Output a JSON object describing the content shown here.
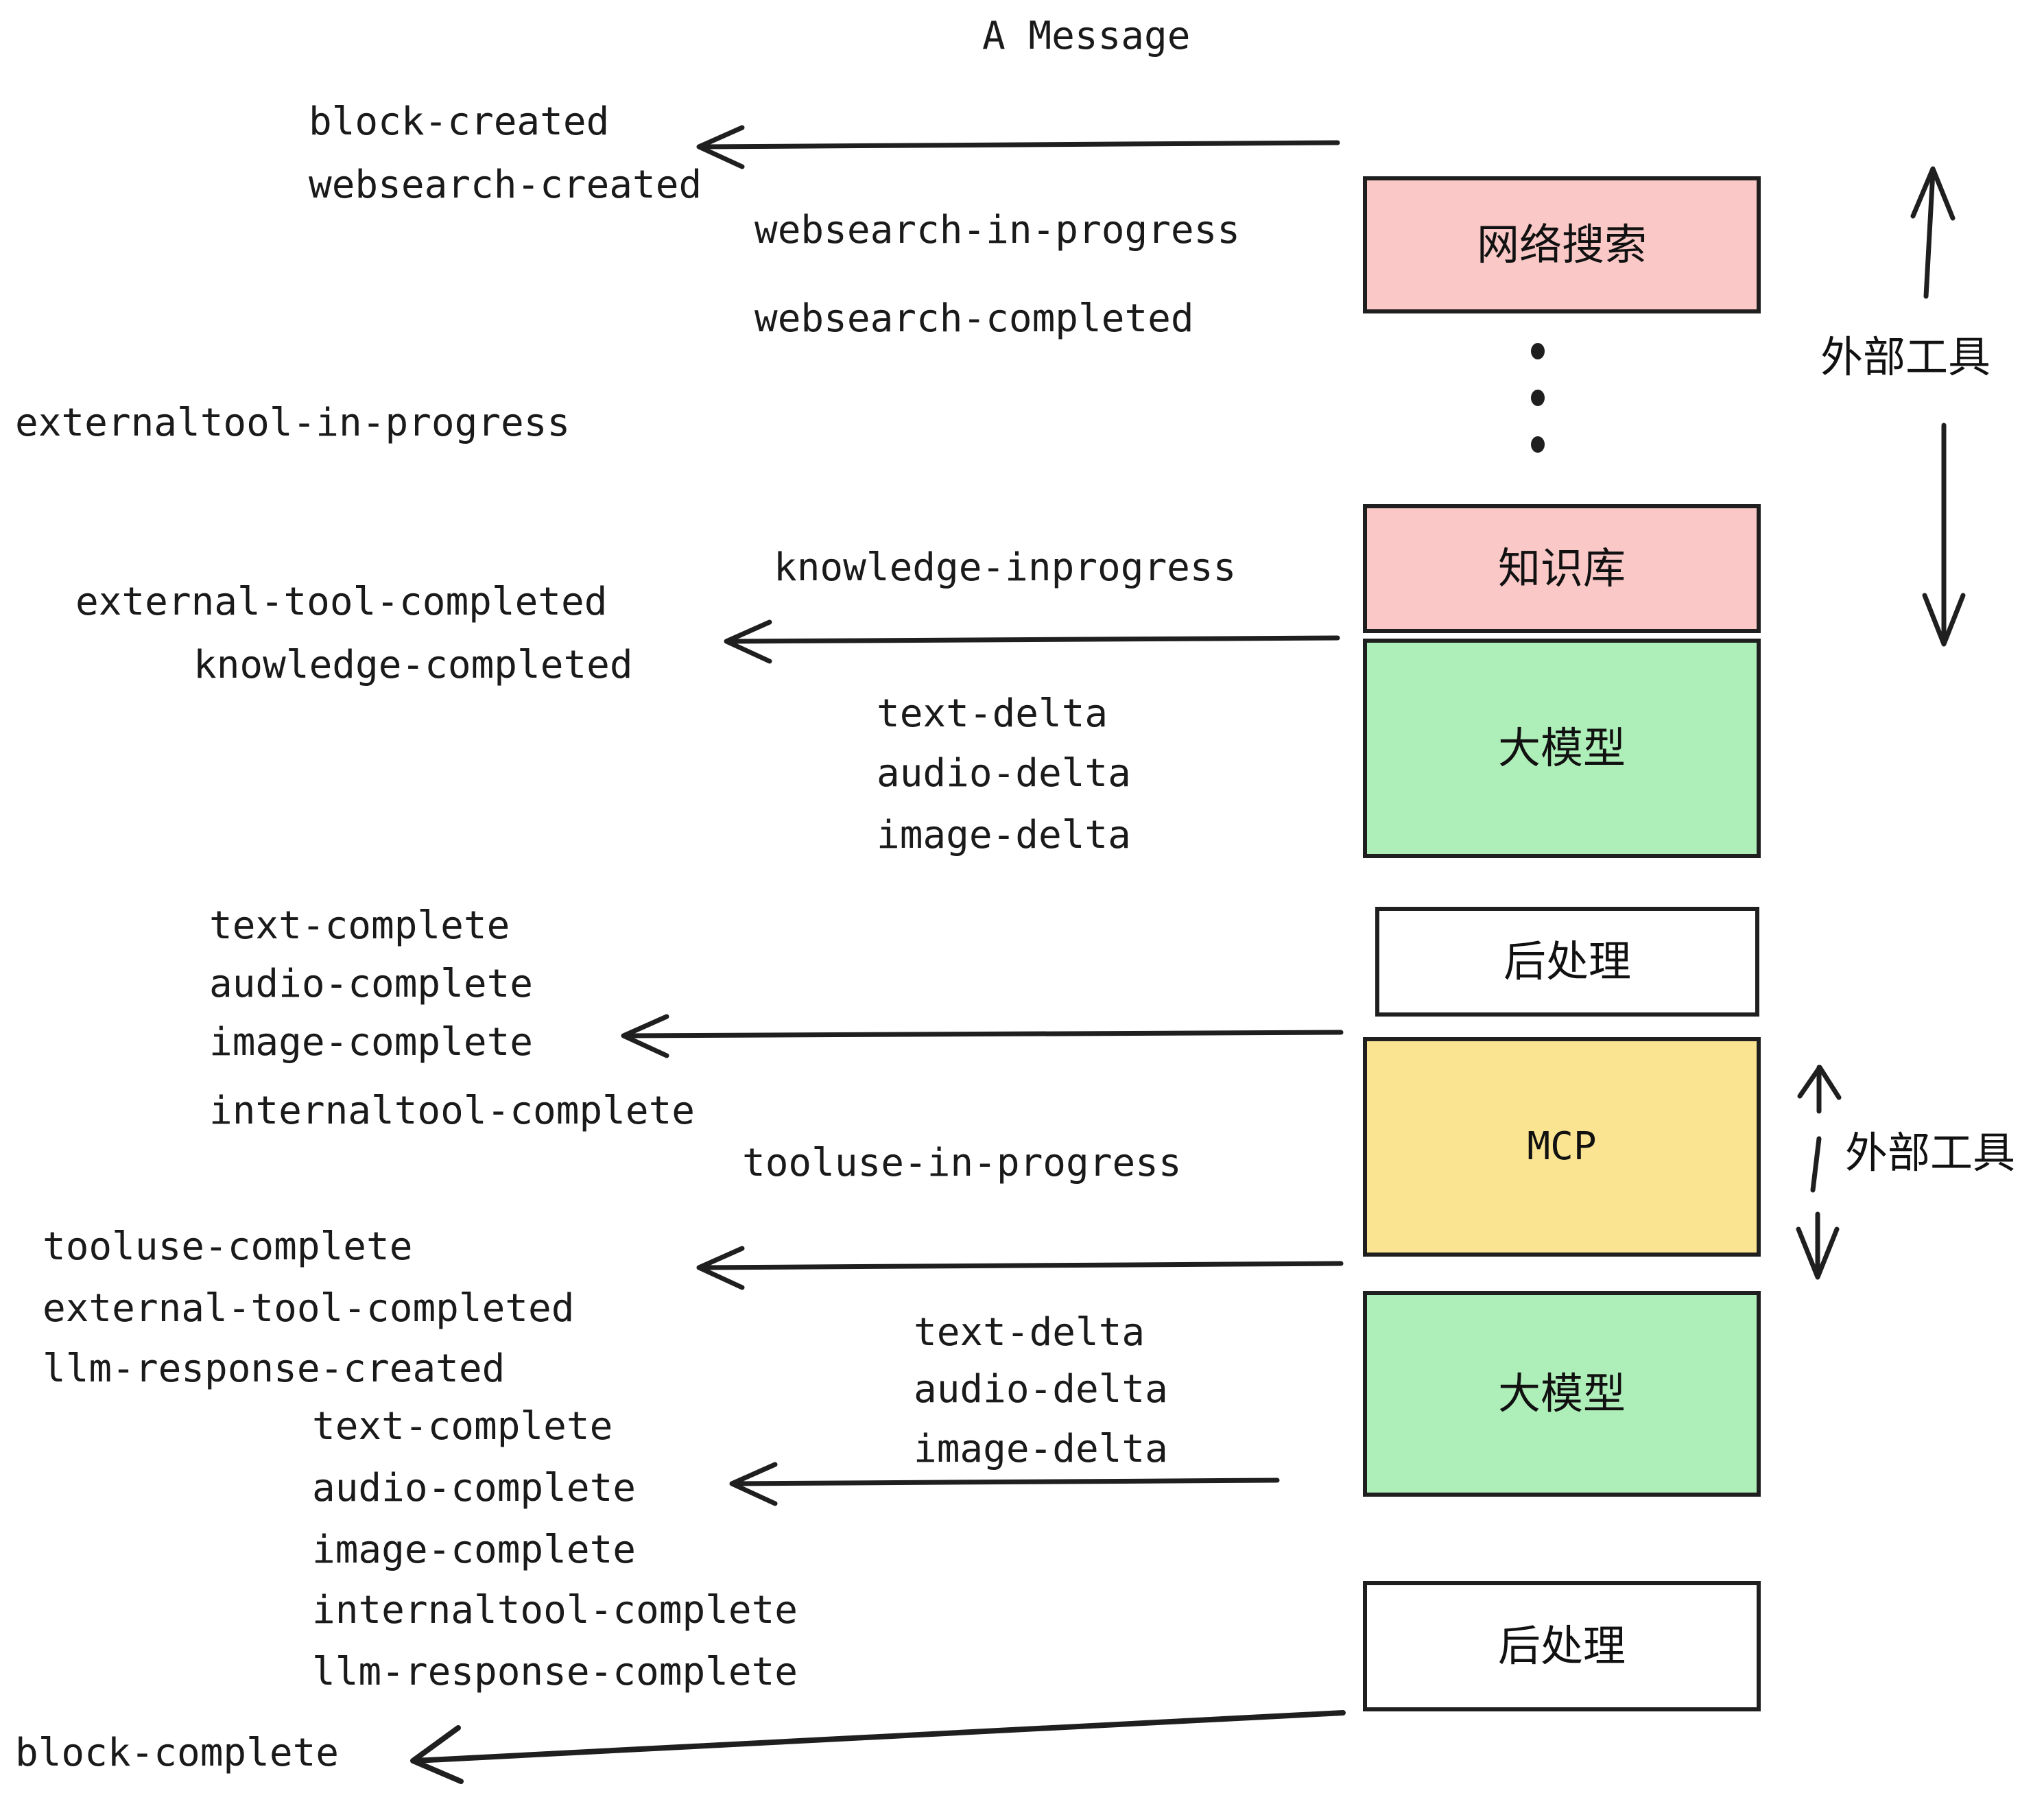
{
  "title": "A Message",
  "colors": {
    "pink": "#fac9c7",
    "green": "#aeeeb9",
    "yellow": "#fbe491",
    "white": "#ffffff",
    "stroke": "#1f1f1f",
    "text": "#1a1a1a"
  },
  "nodes": [
    {
      "id": "websearch",
      "label": "网络搜索",
      "fill": "#fac9c7",
      "script": "cjk"
    },
    {
      "id": "knowledge",
      "label": "知识库",
      "fill": "#fac9c7",
      "script": "cjk"
    },
    {
      "id": "llm-1",
      "label": "大模型",
      "fill": "#aeeeb9",
      "script": "cjk"
    },
    {
      "id": "postprocess-1",
      "label": "后处理",
      "fill": "#ffffff",
      "script": "cjk"
    },
    {
      "id": "mcp",
      "label": "MCP",
      "fill": "#fbe491",
      "script": "latin"
    },
    {
      "id": "llm-2",
      "label": "大模型",
      "fill": "#aeeeb9",
      "script": "cjk"
    },
    {
      "id": "postprocess-2",
      "label": "后处理",
      "fill": "#ffffff",
      "script": "cjk"
    }
  ],
  "group_labels": [
    {
      "id": "external-tools-top",
      "label": "外部工具"
    },
    {
      "id": "external-tools-bottom",
      "label": "外部工具"
    }
  ],
  "events": {
    "block_created": "block-created",
    "websearch_created": "websearch-created",
    "websearch_in_progress": "websearch-in-progress",
    "websearch_completed": "websearch-completed",
    "externaltool_in_progress": "externaltool-in-progress",
    "knowledge_inprogress": "knowledge-inprogress",
    "external_tool_completed_1": "external-tool-completed",
    "knowledge_completed": "knowledge-completed",
    "text_delta_1": "text-delta",
    "audio_delta_1": "audio-delta",
    "image_delta_1": "image-delta",
    "text_complete_1": "text-complete",
    "audio_complete_1": "audio-complete",
    "image_complete_1": "image-complete",
    "internaltool_complete_1": "internaltool-complete",
    "tooluse_in_progress": "tooluse-in-progress",
    "tooluse_complete": "tooluse-complete",
    "external_tool_completed_2": "external-tool-completed",
    "llm_response_created": "llm-response-created",
    "text_delta_2": "text-delta",
    "audio_delta_2": "audio-delta",
    "image_delta_2": "image-delta",
    "text_complete_2": "text-complete",
    "audio_complete_2": "audio-complete",
    "image_complete_2": "image-complete",
    "internaltool_complete_2": "internaltool-complete",
    "llm_response_complete": "llm-response-complete",
    "block_complete": "block-complete"
  }
}
